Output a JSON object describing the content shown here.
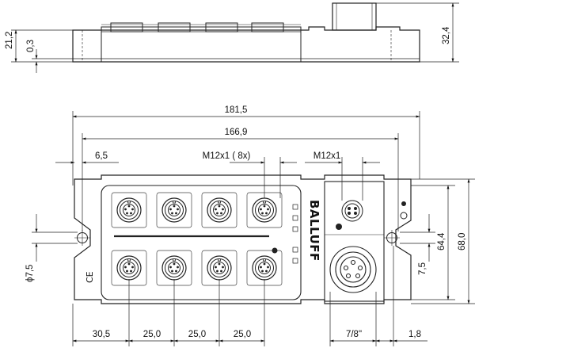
{
  "side_view": {
    "dim_21_2": "21,2",
    "dim_0_3": "0,3",
    "dim_32_4": "32,4"
  },
  "top_view": {
    "dim_181_5": "181,5",
    "dim_166_9": "166,9",
    "dim_6_5": "6,5",
    "label_m12_port": "M12x1  ( 8x)",
    "label_m12_bus": "M12x1",
    "dim_diameter": "ϕ7,5",
    "dim_7_5": "7,5",
    "dim_64_4": "64,4",
    "dim_68_0": "68,0",
    "dim_30_5": "30,5",
    "dim_25_0_a": "25,0",
    "dim_25_0_b": "25,0",
    "dim_25_0_c": "25,0",
    "dim_7_8": "7/8\"",
    "dim_1_8": "1,8",
    "brand": "BALLUFF",
    "ce_mark": "CE"
  }
}
